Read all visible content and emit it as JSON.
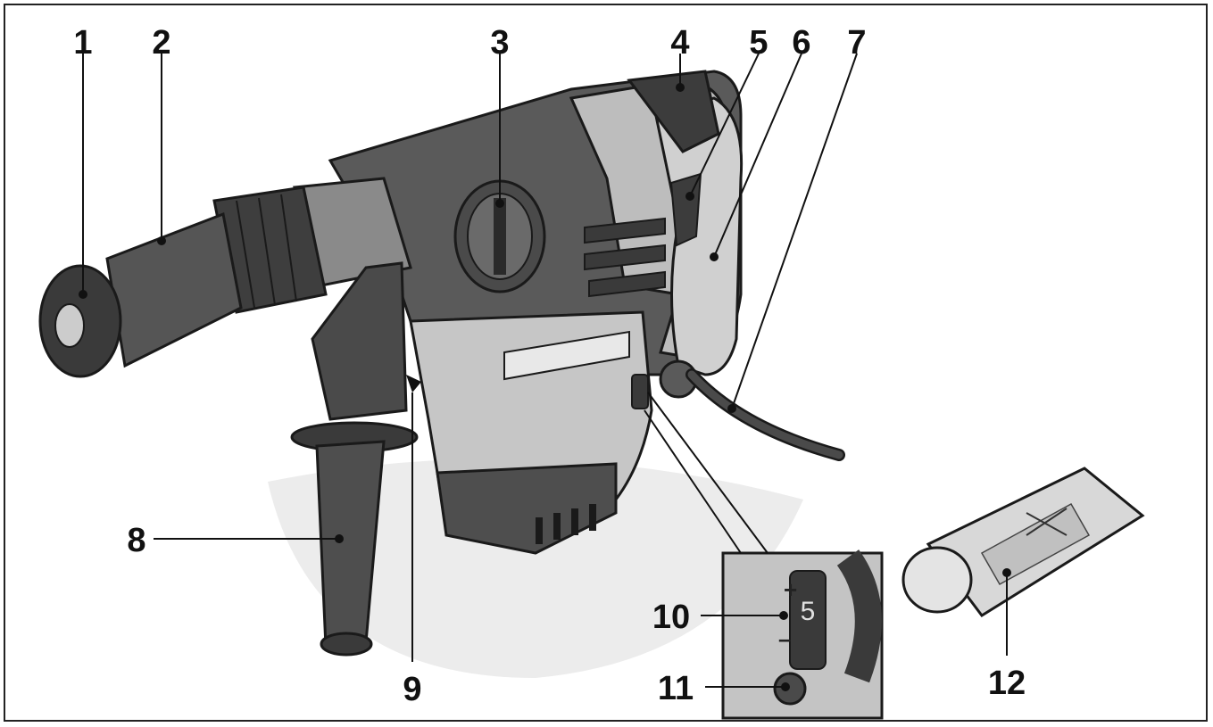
{
  "callouts": {
    "c1": "1",
    "c2": "2",
    "c3": "3",
    "c4": "4",
    "c5": "5",
    "c6": "6",
    "c7": "7",
    "c8": "8",
    "c9": "9",
    "c10": "10",
    "c11": "11",
    "c12": "12"
  },
  "inset": {
    "dial_value": "5",
    "plus": "+",
    "minus": "–"
  },
  "colors": {
    "outline": "#1a1a1a",
    "body_dark": "#4a4a4a",
    "body_mid": "#8a8a8a",
    "body_light": "#c8c8c8",
    "shadow": "#e4e4e4"
  }
}
